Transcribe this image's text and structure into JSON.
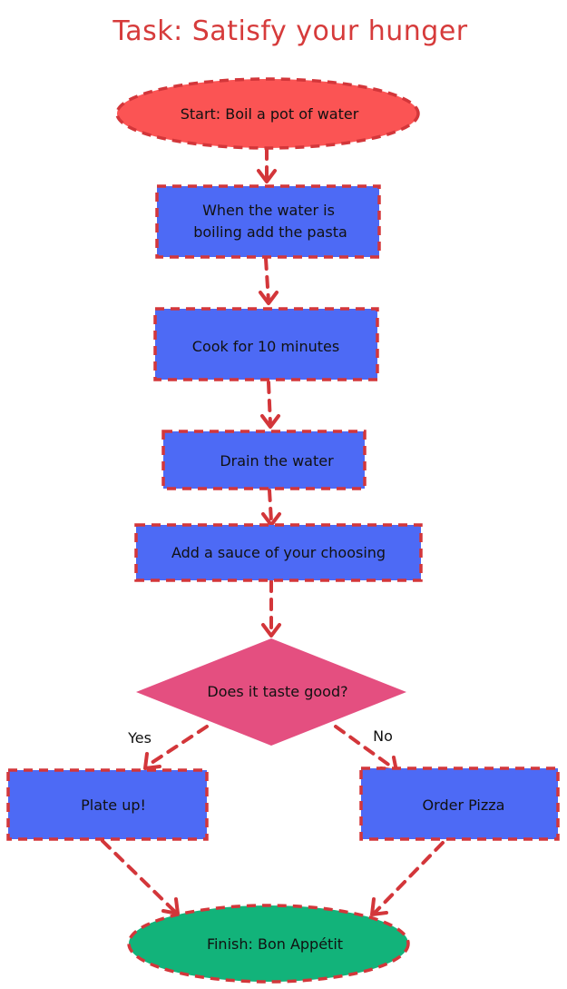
{
  "title": "Task: Satisfy your hunger",
  "nodes": {
    "start": "Start: Boil a pot of water",
    "add_pasta": [
      "When the water is",
      "boiling add the pasta"
    ],
    "cook": "Cook for 10 minutes",
    "drain": "Drain the water",
    "sauce": "Add a sauce of your choosing",
    "decision": "Does it taste good?",
    "plate": "Plate up!",
    "order": "Order Pizza",
    "finish": "Finish: Bon Appétit"
  },
  "edge_labels": {
    "yes": "Yes",
    "no": "No"
  },
  "colors": {
    "title": "#d63b3b",
    "edge": "#d3363a",
    "process_fill": "#4d6af5",
    "start_fill": "#fb5454",
    "decision_fill": "#e44f80",
    "finish_fill": "#12b37a"
  }
}
